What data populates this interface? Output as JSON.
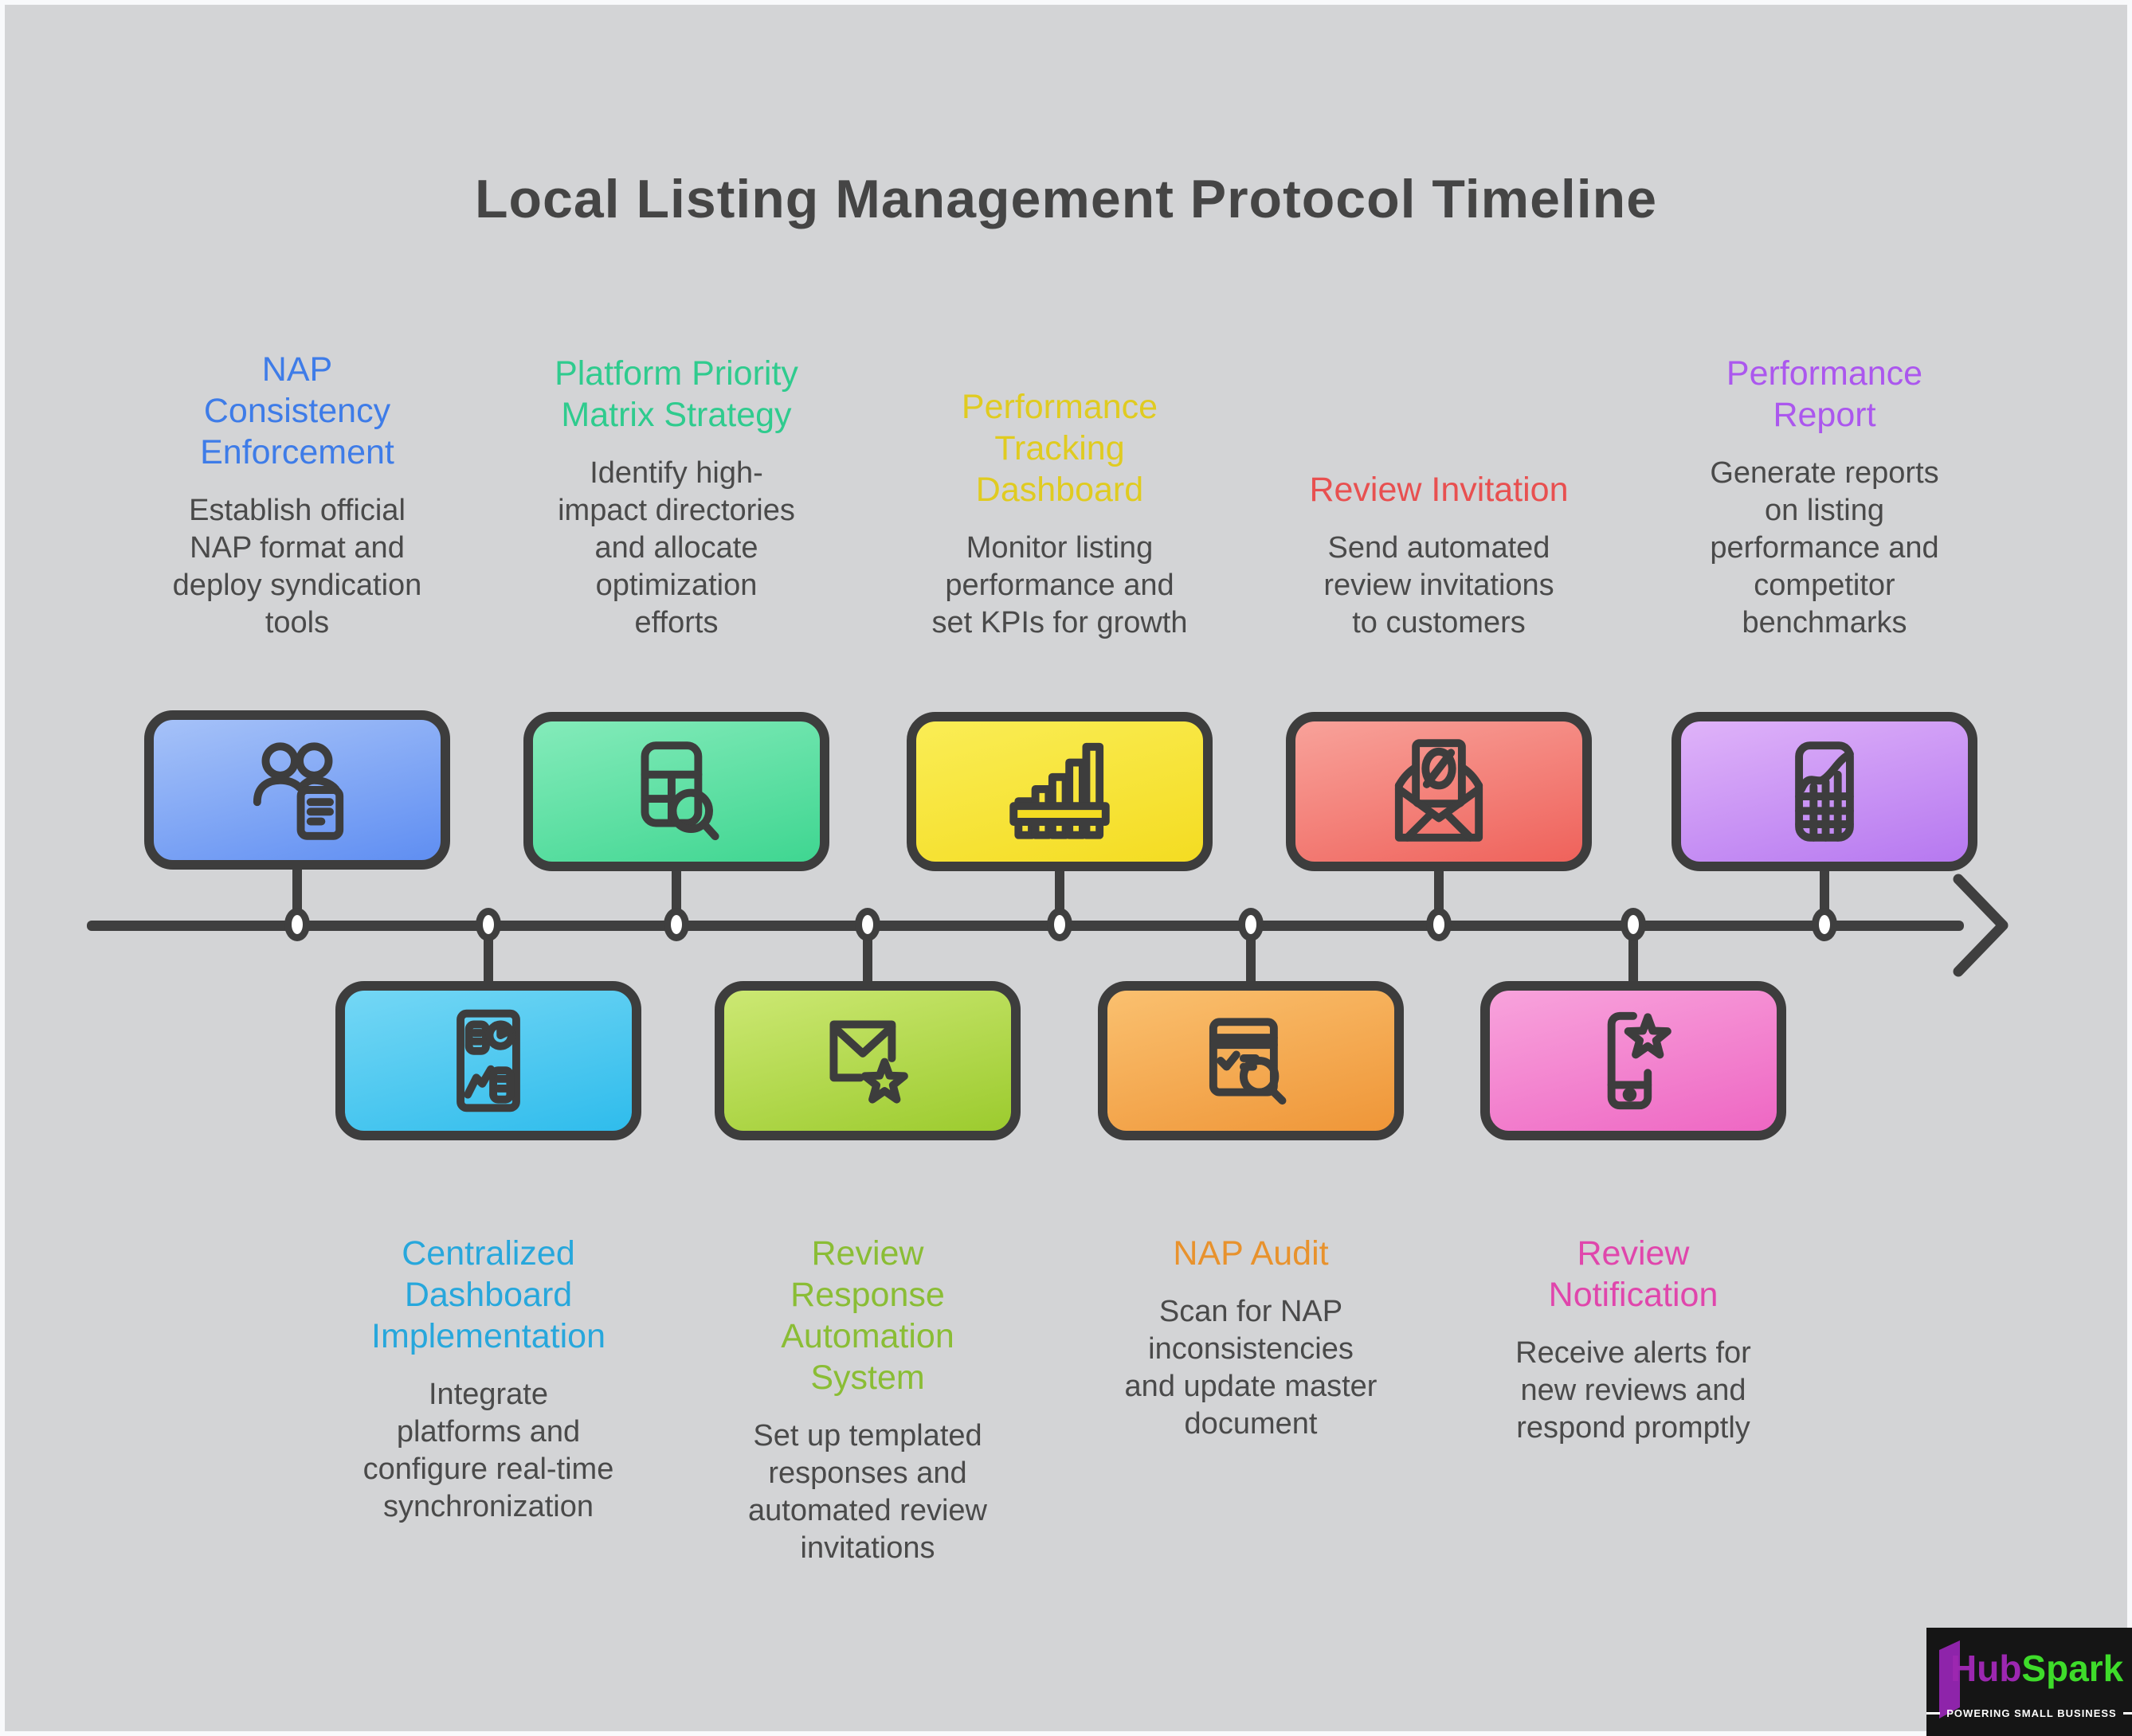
{
  "title": "Local Listing Management Protocol Timeline",
  "background_color": "#D3D4D6",
  "frame_color": "#F8F9FB",
  "timeline": {
    "line_color": "#3F3F3F",
    "node_fill": "#FFFFFF"
  },
  "stages": [
    {
      "name": "nap-consistency-enforcement",
      "side": "top",
      "title": "NAP\nConsistency\nEnforcement",
      "description": "Establish official\nNAP format and\ndeploy syndication\ntools",
      "accent": "#3E7CE8",
      "gradient_top": "#A6C2F8",
      "gradient_bottom": "#5F8EF2",
      "icon": "people-document-icon"
    },
    {
      "name": "centralized-dashboard-implementation",
      "side": "bottom",
      "title": "Centralized\nDashboard\nImplementation",
      "description": "Integrate\nplatforms and\nconfigure real-time\nsynchronization",
      "accent": "#27A7DC",
      "gradient_top": "#74D7F5",
      "gradient_bottom": "#2FBCEC",
      "icon": "dashboard-icon"
    },
    {
      "name": "platform-priority-matrix-strategy",
      "side": "top",
      "title": "Platform Priority\nMatrix Strategy",
      "description": "Identify high-\nimpact directories\nand allocate\noptimization\nefforts",
      "accent": "#2FCB8E",
      "gradient_top": "#84EBBA",
      "gradient_bottom": "#3FD691",
      "icon": "table-search-icon"
    },
    {
      "name": "review-response-automation-system",
      "side": "bottom",
      "title": "Review\nResponse\nAutomation\nSystem",
      "description": "Set up templated\nresponses and\nautomated review\ninvitations",
      "accent": "#8ABD35",
      "gradient_top": "#CCE873",
      "gradient_bottom": "#9CCB2E",
      "icon": "envelope-star-icon"
    },
    {
      "name": "performance-tracking-dashboard",
      "side": "top",
      "title": "Performance\nTracking\nDashboard",
      "description": "Monitor listing\nperformance and\nset KPIs for growth",
      "accent": "#E0CB20",
      "gradient_top": "#FAED55",
      "gradient_bottom": "#F4DC22",
      "icon": "bar-chart-icon"
    },
    {
      "name": "nap-audit",
      "side": "bottom",
      "title": "NAP Audit",
      "description": "Scan for NAP\ninconsistencies\nand update master\ndocument",
      "accent": "#E8922D",
      "gradient_top": "#FAC06F",
      "gradient_bottom": "#EF9638",
      "icon": "browser-search-icon"
    },
    {
      "name": "review-invitation",
      "side": "top",
      "title": "Review Invitation",
      "description": "Send automated\nreview invitations\nto customers",
      "accent": "#E85050",
      "gradient_top": "#F8A29A",
      "gradient_bottom": "#EF625B",
      "icon": "envelope-blocked-icon"
    },
    {
      "name": "review-notification",
      "side": "bottom",
      "title": "Review\nNotification",
      "description": "Receive alerts for\nnew reviews and\nrespond promptly",
      "accent": "#E046AC",
      "gradient_top": "#F8A3DC",
      "gradient_bottom": "#EE67C3",
      "icon": "phone-star-icon"
    },
    {
      "name": "performance-report",
      "side": "top",
      "title": "Performance\nReport",
      "description": "Generate reports\non listing\nperformance and\ncompetitor\nbenchmarks",
      "accent": "#AB57EE",
      "gradient_top": "#DFB3F9",
      "gradient_bottom": "#B678F0",
      "icon": "report-chart-icon"
    }
  ],
  "logo": {
    "hub": "Hub",
    "spark": "Spark",
    "tagline": "POWERING SMALL BUSINESS",
    "hub_color": "#9C27B0",
    "spark_color": "#3EDC2A",
    "background": "#151515"
  }
}
